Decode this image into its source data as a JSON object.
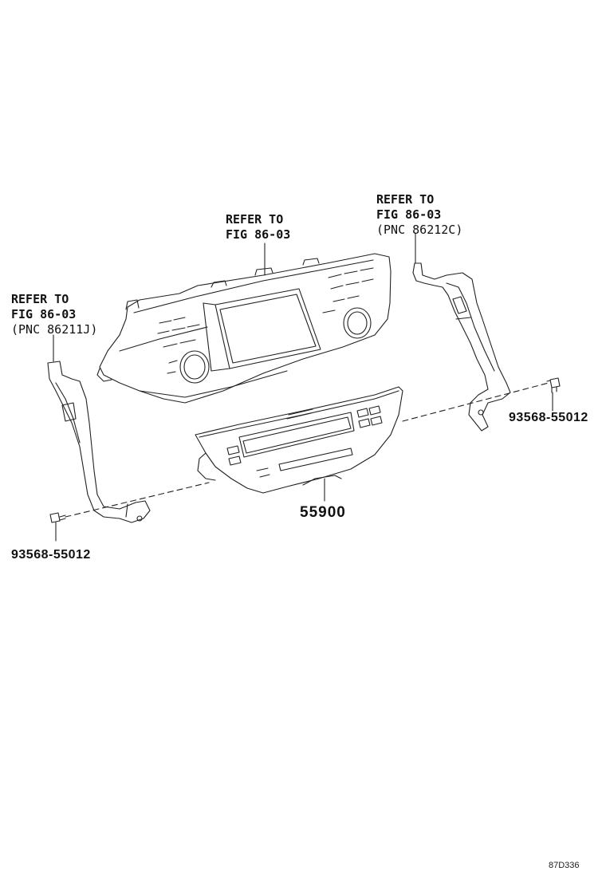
{
  "callouts": {
    "top_center": {
      "line1": "REFER TO",
      "line2": "FIG 86-03"
    },
    "top_right": {
      "line1": "REFER TO",
      "line2": "FIG 86-03",
      "line3": "(PNC 86212C)"
    },
    "left": {
      "line1": "REFER TO",
      "line2": "FIG 86-03",
      "line3": "(PNC 86211J)"
    }
  },
  "part_numbers": {
    "screw_right": "93568-55012",
    "screw_left": "93568-55012",
    "control_panel": "55900"
  },
  "figure_id": "87D336"
}
